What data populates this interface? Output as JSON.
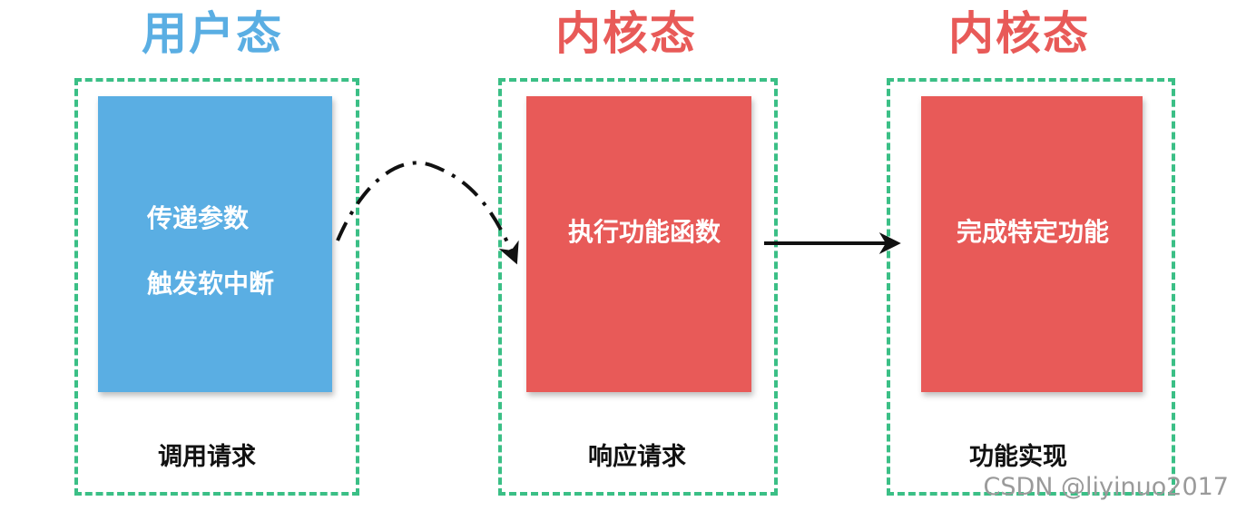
{
  "colors": {
    "user_mode": "#5aaee3",
    "kernel_mode": "#e85a58",
    "frame": "#3bbf86",
    "arrow": "#111111"
  },
  "columns": [
    {
      "title": "用户态",
      "title_color": "#5aaee3",
      "block_color": "#5aaee3",
      "block_lines": [
        "传递参数",
        "触发软中断"
      ],
      "caption": "调用请求"
    },
    {
      "title": "内核态",
      "title_color": "#e85a58",
      "block_color": "#e85a58",
      "block_lines": [
        "执行功能函数"
      ],
      "caption": "响应请求"
    },
    {
      "title": "内核态",
      "title_color": "#e85a58",
      "block_color": "#e85a58",
      "block_lines": [
        "完成特定功能"
      ],
      "caption": "功能实现"
    }
  ],
  "watermark": "CSDN @liyinuo2017"
}
